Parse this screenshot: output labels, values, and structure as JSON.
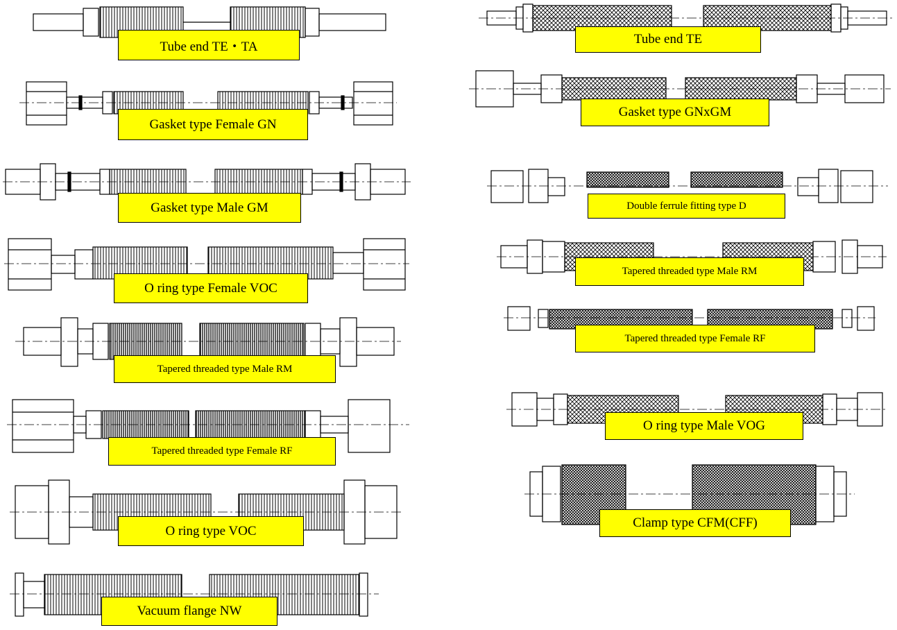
{
  "left_column": [
    {
      "label": "Tube end TE・TA"
    },
    {
      "label": "Gasket type Female GN"
    },
    {
      "label": "Gasket type Male GM"
    },
    {
      "label": "O ring type Female VOC"
    },
    {
      "label": "Tapered threaded type Male RM"
    },
    {
      "label": "Tapered threaded type Female RF"
    },
    {
      "label": "O ring type VOC"
    },
    {
      "label": "Vacuum flange NW"
    }
  ],
  "right_column": [
    {
      "label": "Tube end TE"
    },
    {
      "label": "Gasket type GNxGM"
    },
    {
      "label": "Double ferrule fitting type D"
    },
    {
      "label": "Tapered threaded type Male RM"
    },
    {
      "label": "Tapered threaded type Female RF"
    },
    {
      "label": "O ring type Male VOG"
    },
    {
      "label": "Clamp type CFM(CFF)"
    }
  ],
  "colors": {
    "label_fill": "#ffff00",
    "line": "#000000"
  }
}
